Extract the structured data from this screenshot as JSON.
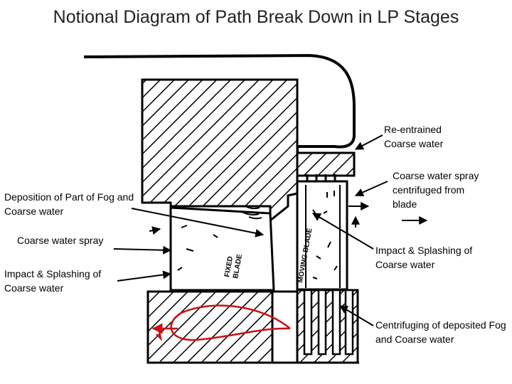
{
  "title": "Notional Diagram of Path Break Down in LP Stages",
  "labels": {
    "reentrained": "Re-entrained Coarse water",
    "coarse_spray_centrifuged": "Coarse water spray centrifuged from blade",
    "deposition": "Deposition of Part of Fog and Coarse water",
    "coarse_spray": "Coarse water spray",
    "impact_left": "Impact & Splashing of Coarse water",
    "impact_right": "Impact & Splashing of Coarse water",
    "centrifuging": "Centrifuging of deposited Fog and Coarse water"
  },
  "blade_labels": {
    "fixed_line1": "FIXED",
    "fixed_line2": "BLADE",
    "moving": "MOVING BLADE"
  },
  "colors": {
    "line": "#000000",
    "annotation": "#cc1111",
    "background": "#ffffff"
  }
}
